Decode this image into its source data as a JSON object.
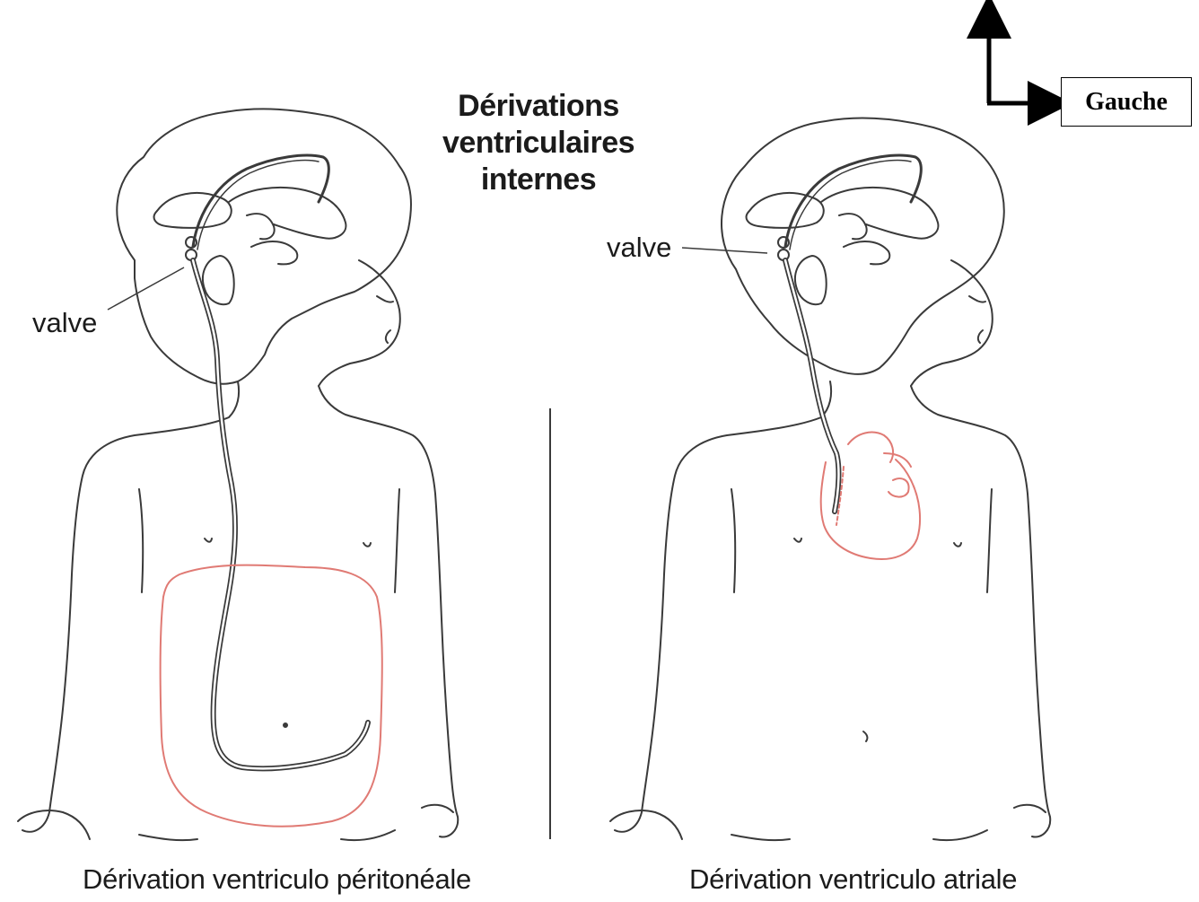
{
  "title": {
    "line1": "Dérivations",
    "line2": "ventriculaires",
    "line3": "internes"
  },
  "labels": {
    "valve_left": "valve",
    "valve_right": "valve"
  },
  "captions": {
    "left": "Dérivation ventriculo péritonéale",
    "right": "Dérivation ventriculo atriale"
  },
  "orientation": {
    "label": "Gauche"
  },
  "colors": {
    "outline": "#3a3a3a",
    "organ": "#e07a74",
    "text": "#1b1b1b"
  }
}
